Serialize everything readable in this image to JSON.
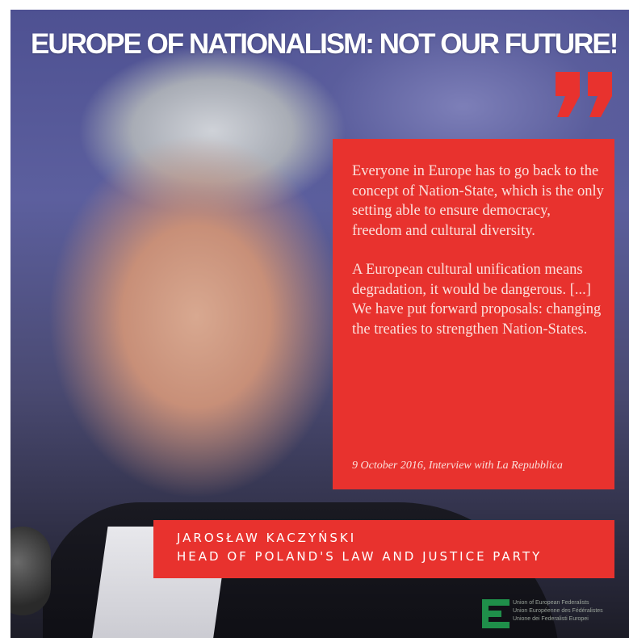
{
  "headline": "EUROPE OF NATIONALISM: NOT OUR FUTURE!",
  "quote": {
    "paragraph_1": "Everyone in Europe has to go back to the concept of Nation-State, which is the only setting able to ensure democracy, freedom and cultural diversity.",
    "paragraph_2": "A European cultural unification means degradation, it would be dangerous. [...] We have put forward proposals: changing the treaties to strengthen Nation-States.",
    "source": "9 October 2016, Interview with La Repubblica"
  },
  "speaker": {
    "name": "JAROSŁAW KACZYŃSKI",
    "title": "HEAD OF POLAND'S LAW AND JUSTICE PARTY"
  },
  "logo": {
    "lines": [
      "Union of European Federalists",
      "Union Européenne des Fédéralistes",
      "Unione dei Federalisti Europei"
    ]
  },
  "colors": {
    "accent_red": "#e8322e",
    "logo_green": "#1f8f4a"
  },
  "icons": {
    "quote": "closing-quote-icon",
    "logo": "uef-logo-icon"
  }
}
